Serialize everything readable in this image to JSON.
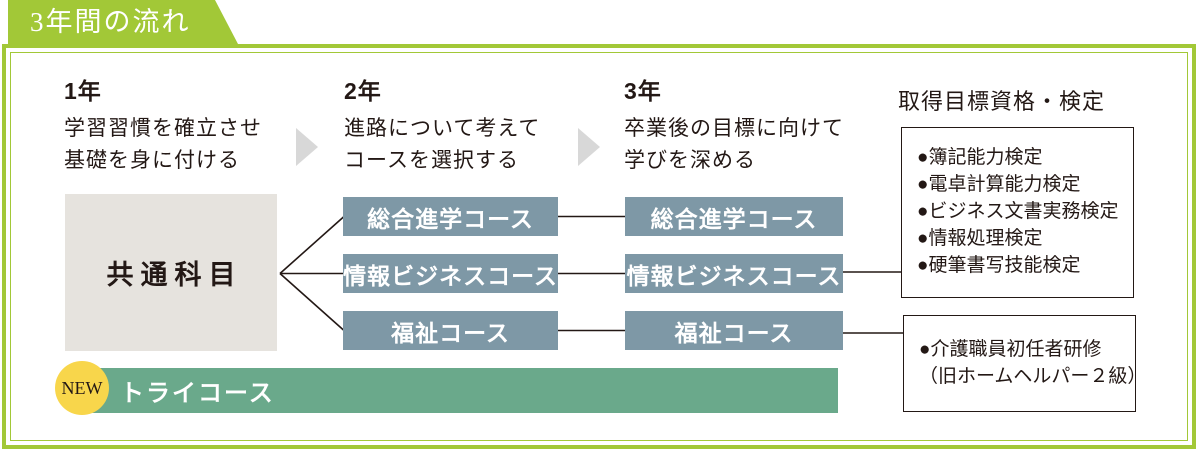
{
  "header": {
    "title": "3年間の流れ"
  },
  "columns": [
    {
      "year": "1年",
      "line1": "学習習慣を確立させ",
      "line2": "基礎を身に付ける"
    },
    {
      "year": "2年",
      "line1": "進路について考えて",
      "line2": "コースを選択する"
    },
    {
      "year": "3年",
      "line1": "卒業後の目標に向けて",
      "line2": "学びを深める"
    }
  ],
  "common_subjects": {
    "label": "共通科目"
  },
  "courses_year2": [
    "総合進学コース",
    "情報ビジネスコース",
    "福祉コース"
  ],
  "courses_year3": [
    "総合進学コース",
    "情報ビジネスコース",
    "福祉コース"
  ],
  "qualifications": {
    "title": "取得目標資格・検定",
    "box1_items": [
      "●簿記能力検定",
      "●電卓計算能力検定",
      "●ビジネス文書実務検定",
      "●情報処理検定",
      "●硬筆書写技能検定"
    ],
    "box2_items": [
      "●介護職員初任者研修",
      "（旧ホームヘルパー２級）"
    ]
  },
  "try_course": {
    "badge": "NEW",
    "label": "トライコース"
  },
  "colors": {
    "accent_green": "#a2c837",
    "course_box_blue": "#7e98a6",
    "try_bar_green": "#6aa98b",
    "badge_yellow": "#f8d64b",
    "common_box_gray": "#e6e3de",
    "arrow_gray": "#d8d8d8",
    "text_dark": "#231815"
  }
}
